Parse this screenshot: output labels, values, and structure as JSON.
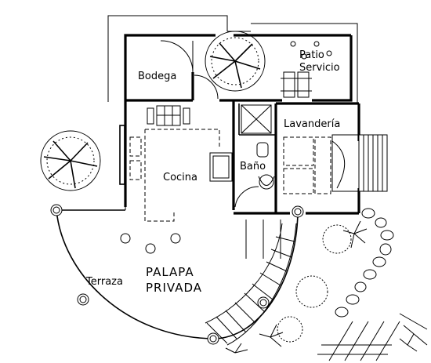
{
  "rooms": {
    "bodega": "Bodega",
    "patio_line1": "Patio",
    "patio_line2": "Servicio",
    "lavanderia": "Lavandería",
    "cocina": "Cocina",
    "bano": "Baño",
    "terraza": "Terraza",
    "palapa_line1": "PALAPA",
    "palapa_line2": "PRIVADA"
  },
  "colors": {
    "line": "#000000",
    "background": "#ffffff"
  },
  "icons": [
    "tree-icon",
    "shrub-icon",
    "fern-icon",
    "door-swing-icon",
    "stair-icon"
  ]
}
